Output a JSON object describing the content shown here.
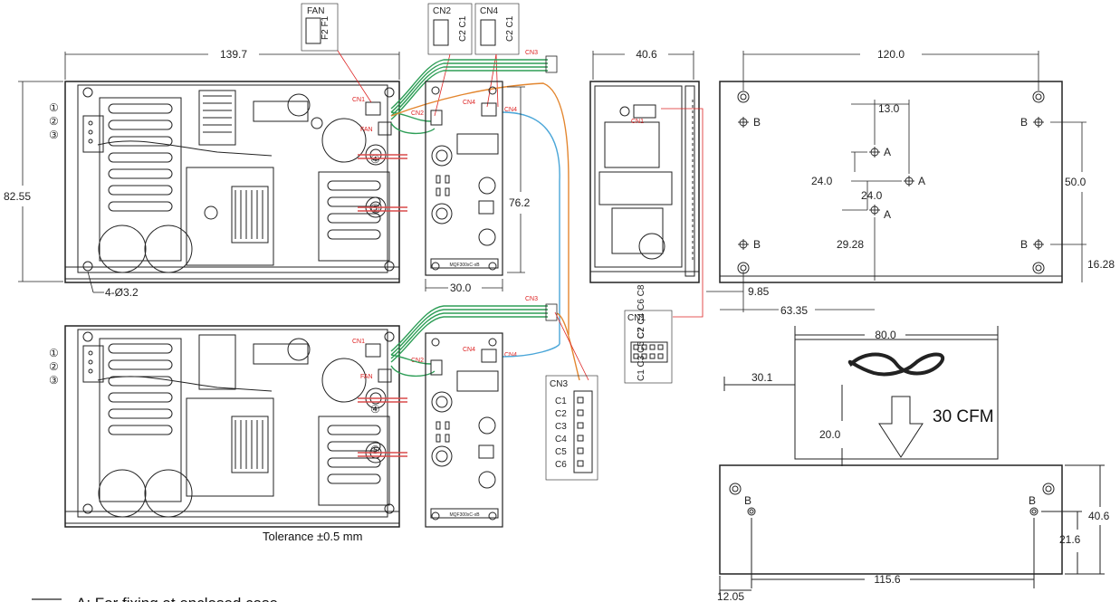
{
  "dimensions": {
    "top_width": "139.7",
    "top_height": "82.55",
    "hole": "4-Ø3.2",
    "board_height": "76.2",
    "board_width": "30.0",
    "side_width": "40.6",
    "bottom_width": "120.0",
    "a_spacing_x": "13.0",
    "a_spacing_y1": "24.0",
    "a_spacing_y2": "24.0",
    "b_spacing_y": "50.0",
    "a_to_b_y": "29.28",
    "b_to_edge_y": "16.28",
    "b_to_edge_x": "9.85",
    "a_from_edge_x": "63.35",
    "fan_width": "80.0",
    "fan_offset_x": "30.1",
    "fan_gap": "20.0",
    "front_depth": "40.6",
    "front_hole_y": "21.6",
    "front_hole_spacing": "115.6",
    "front_hole_edge": "12.05"
  },
  "labels": {
    "fan": "FAN",
    "cn1": "CN1",
    "cn2": "CN2",
    "cn3": "CN3",
    "cn4": "CN4",
    "pins_fan": "F2 F1",
    "pins_2": "C2 C1",
    "cn1_top_pins": "C2 C4 C6 C8",
    "cn1_bottom_pins": "C1 C3 C5 C7",
    "cn3_pins": [
      "C1",
      "C2",
      "C3",
      "C4",
      "C5",
      "C6"
    ],
    "terminals": [
      "①",
      "②",
      "③"
    ],
    "term4": "④",
    "term5": "⑤",
    "point_a": "A",
    "point_b": "B",
    "board_part": "MQF300xC-xB",
    "airflow": "30 CFM",
    "tolerance": "Tolerance ±0.5 mm",
    "footnote": "A: For fixing at enclosed case"
  },
  "colors": {
    "line": "#222222",
    "callout": "#d22222",
    "wire_green": "#2e9e57",
    "wire_orange": "#e3862f",
    "wire_blue": "#4aa6d8",
    "wire_red": "#d94a4a"
  }
}
